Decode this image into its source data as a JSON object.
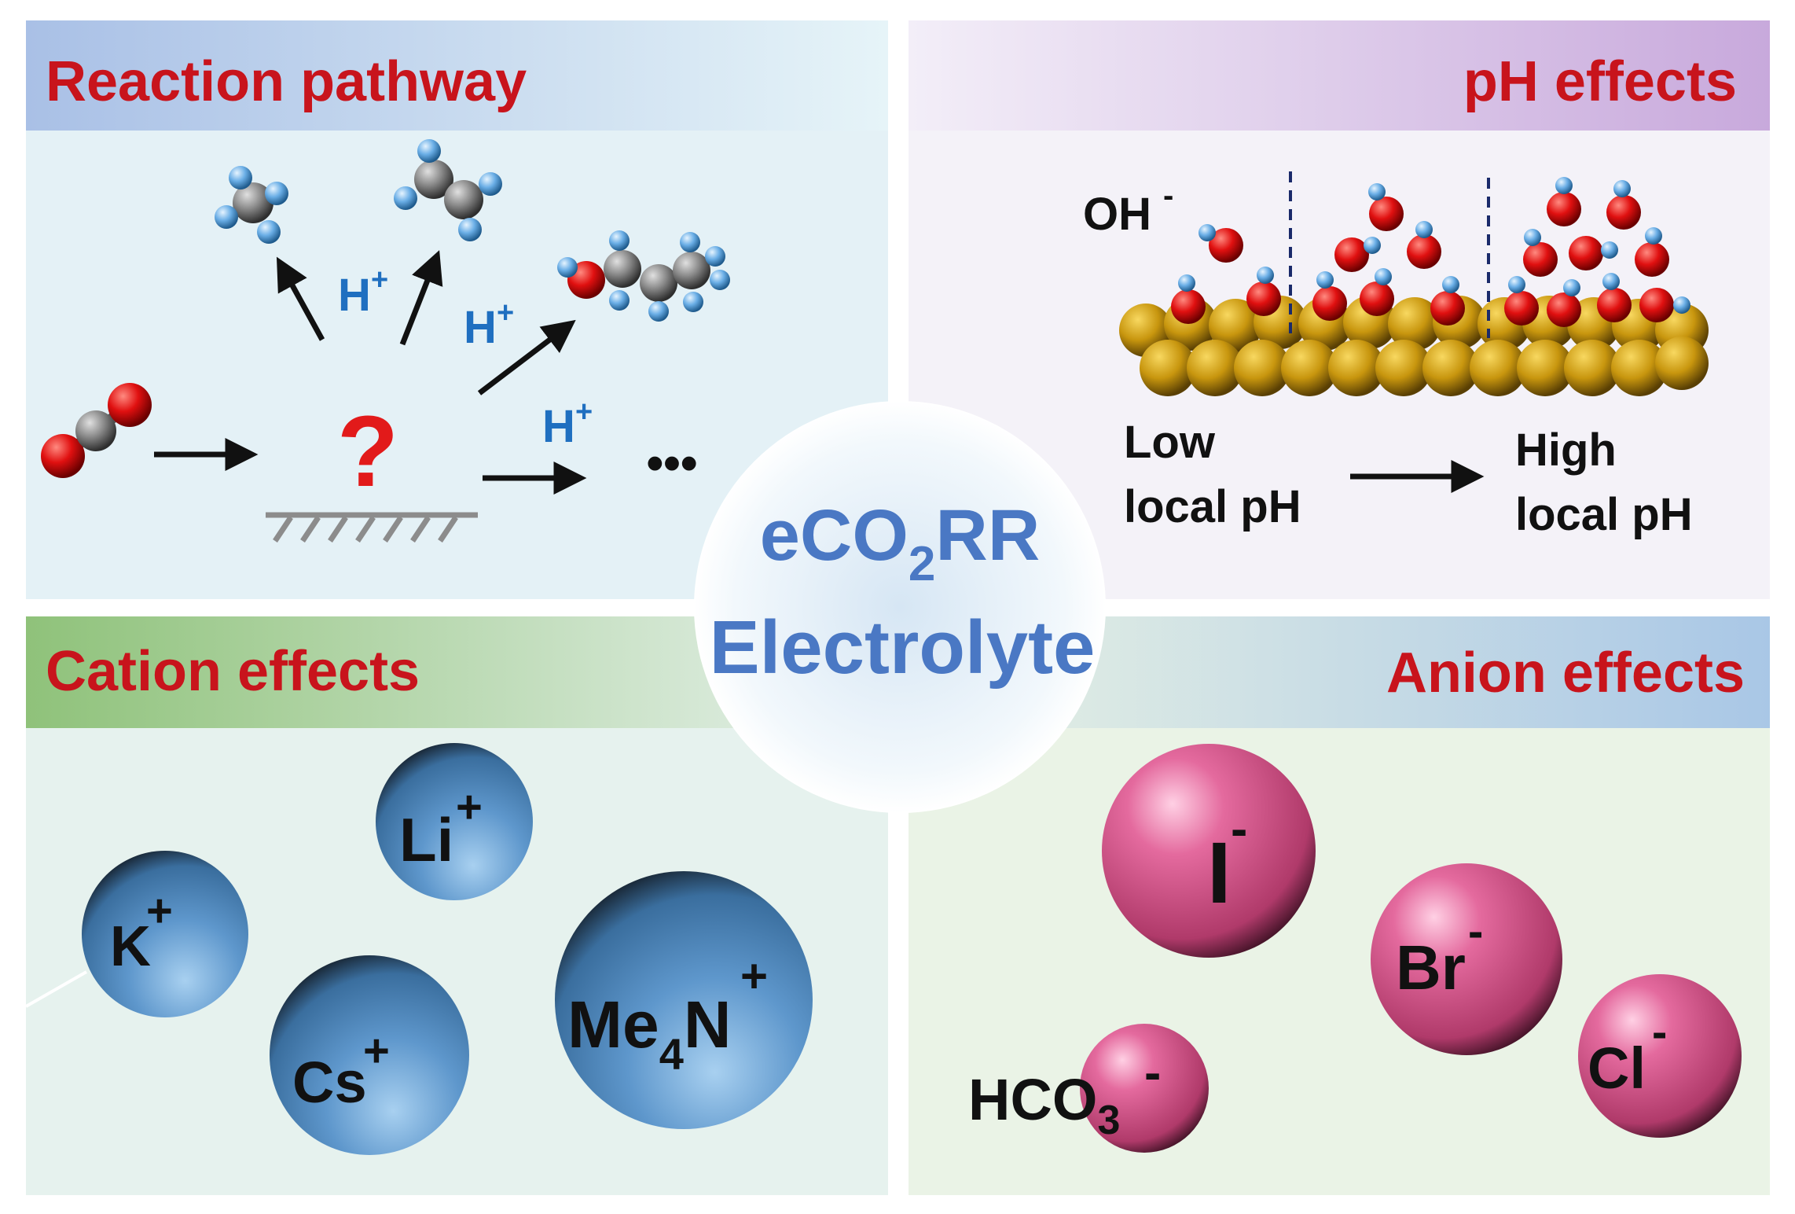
{
  "center": {
    "line1_main": "eCO",
    "line1_sub": "2",
    "line1_tail": "RR",
    "line2": "Electrolyte"
  },
  "panels": {
    "reaction": {
      "title": "Reaction pathway",
      "question": "?",
      "h_plus_labels": [
        "H",
        "H",
        "H"
      ],
      "h_plus_sup": "+",
      "ellipsis": "•••"
    },
    "ph": {
      "title": "pH effects",
      "oh_label": "OH",
      "oh_sup": "-",
      "low_line1": "Low",
      "low_line2": "local pH",
      "high_line1": "High",
      "high_line2": "local pH"
    },
    "cation": {
      "title": "Cation effects",
      "ions": [
        {
          "main": "Li",
          "sup": "+"
        },
        {
          "main": "K",
          "sup": "+"
        },
        {
          "main": "Cs",
          "sup": "+"
        },
        {
          "main": "Me",
          "sub": "4",
          "tail": "N",
          "sup": "+"
        }
      ]
    },
    "anion": {
      "title": "Anion effects",
      "ions": [
        {
          "main": "I",
          "sup": "-"
        },
        {
          "main": "Br",
          "sup": "-"
        },
        {
          "main": "Cl",
          "sup": "-"
        },
        {
          "main": "HCO",
          "sub": "3",
          "sup": "-"
        }
      ]
    }
  },
  "colors": {
    "title_red": "#c8141c",
    "center_blue": "#4a78c4",
    "h_plus_blue": "#1f6fc0",
    "gold": "#c89a18",
    "oxygen_red": "#e01010",
    "hydrogen_blue": "#7ab8e8",
    "carbon_gray": "#8a8a8a"
  }
}
